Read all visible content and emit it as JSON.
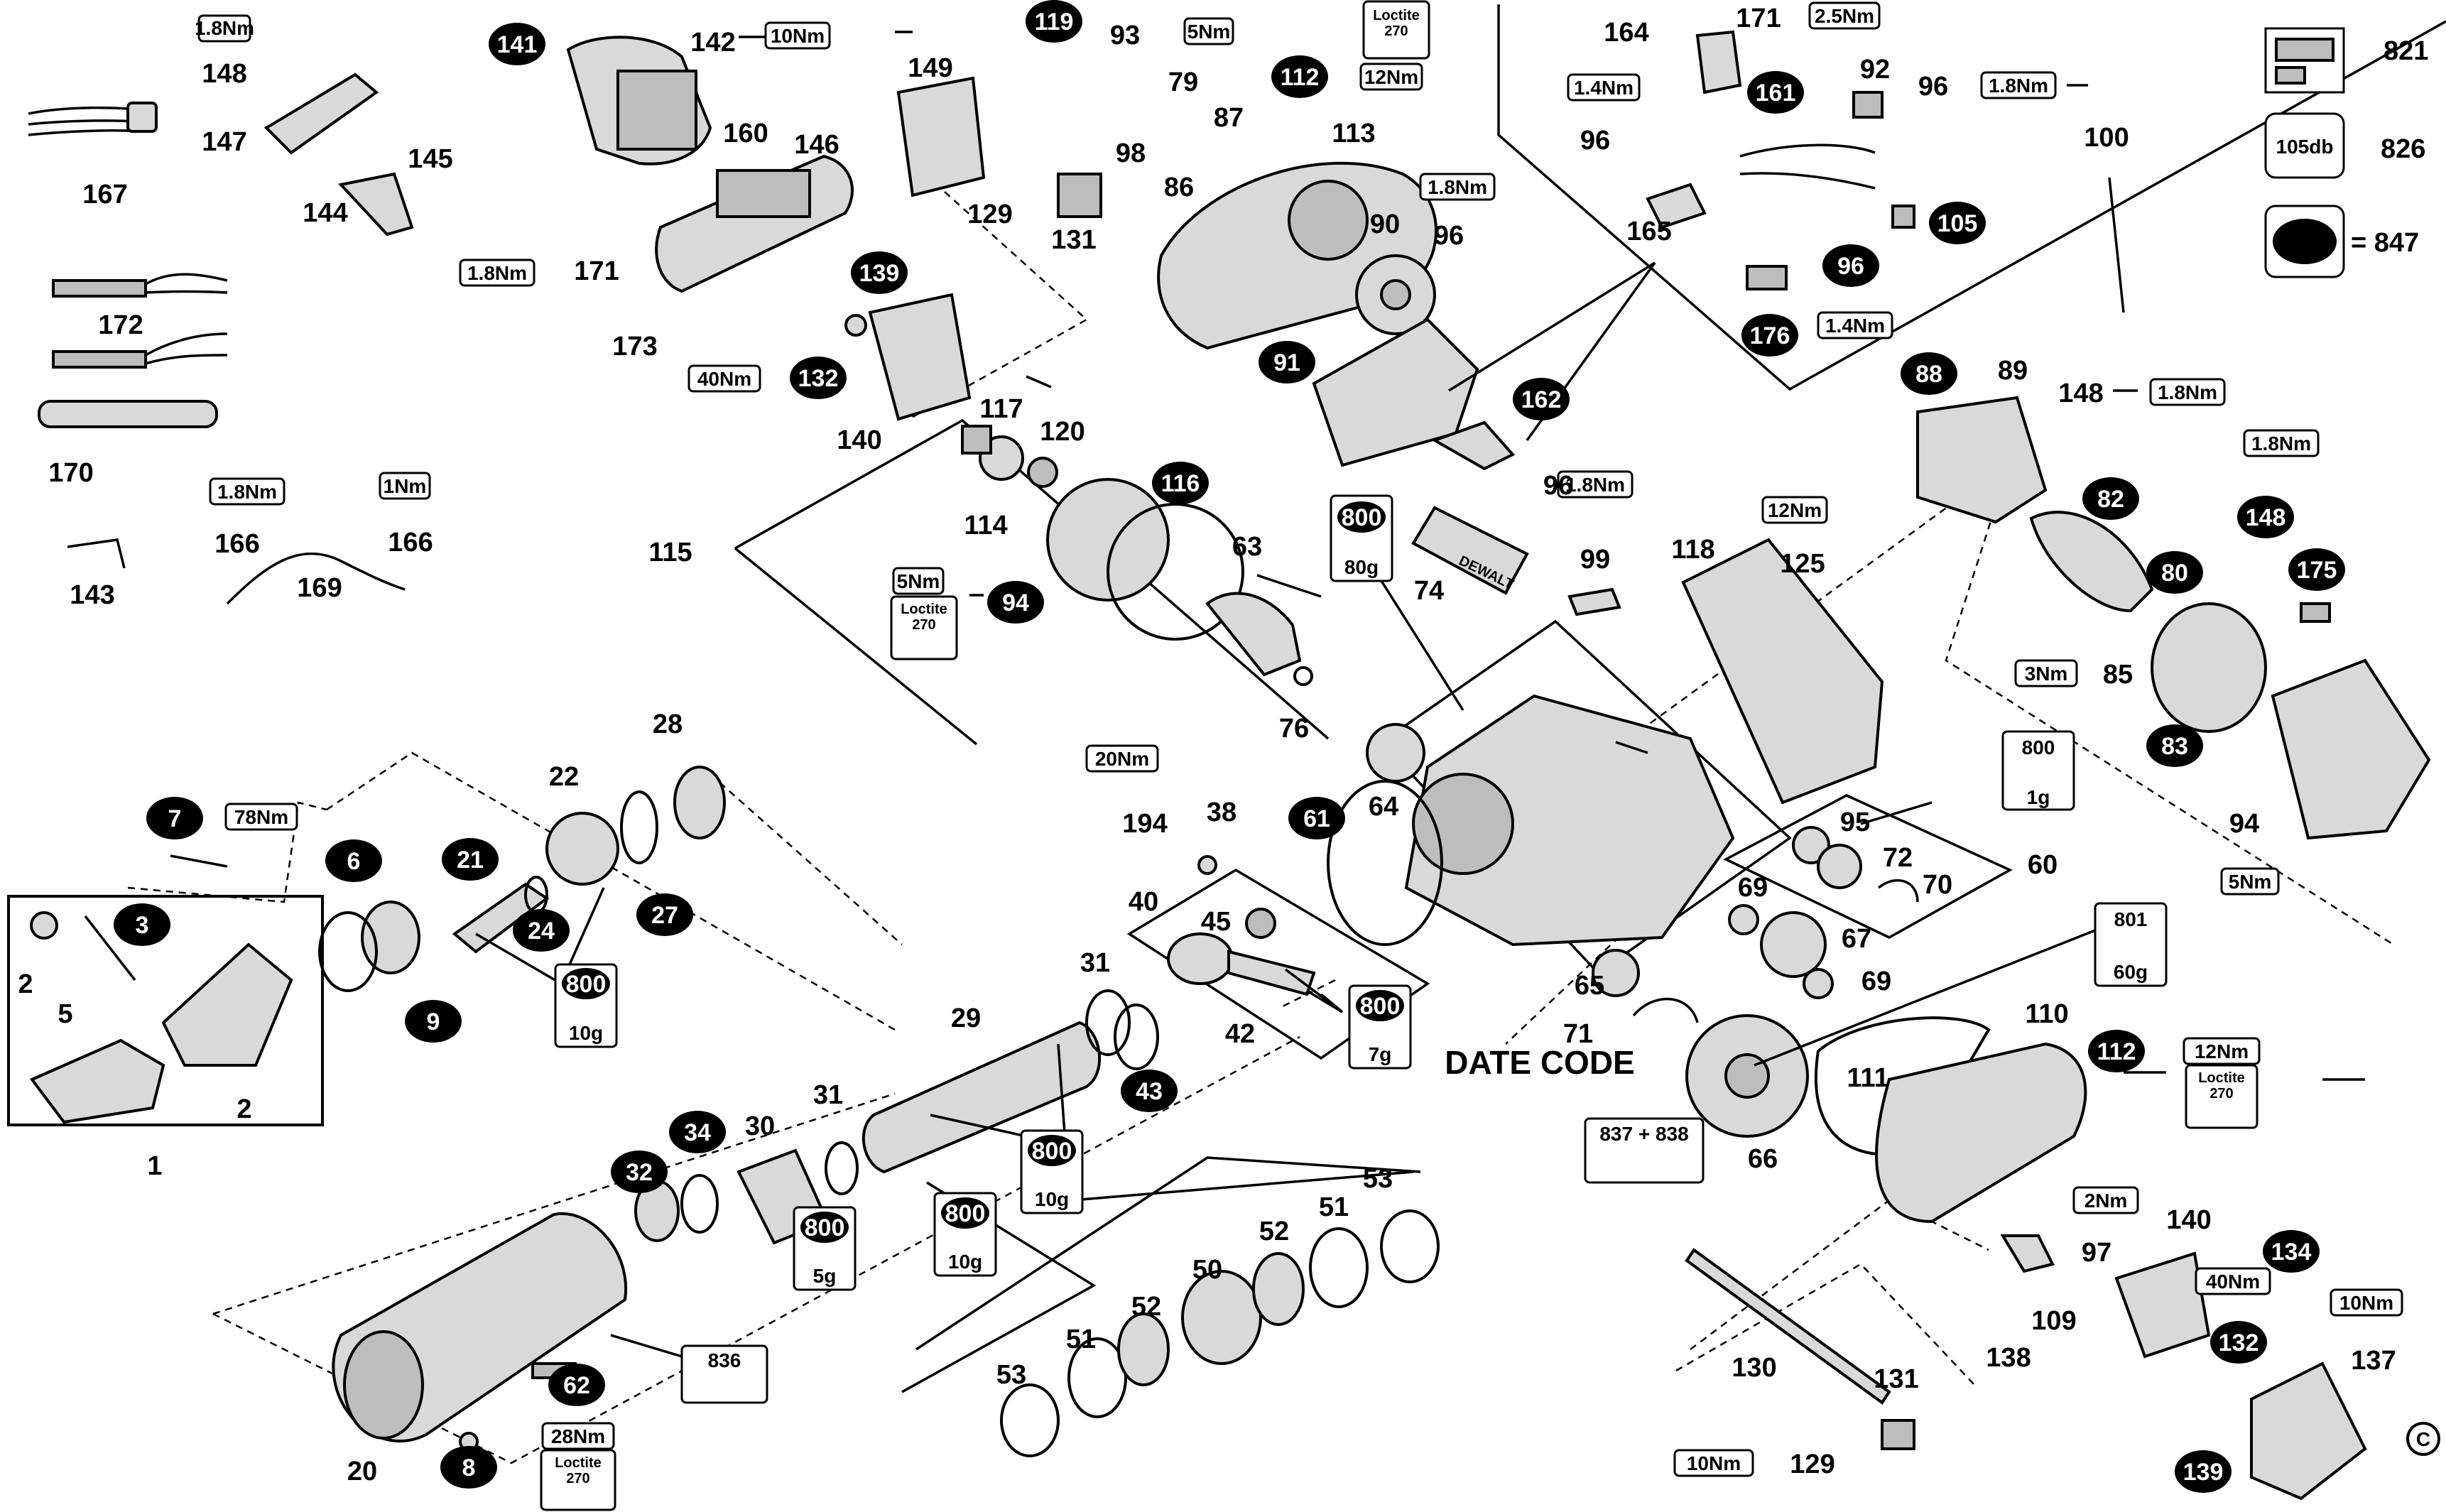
{
  "numbers": {
    "n1": "1",
    "n2a": "2",
    "n2b": "2",
    "n5": "5",
    "n9": "9",
    "n20": "20",
    "n22": "22",
    "n24": "24",
    "n27": "27",
    "n28": "28",
    "n29": "29",
    "n30": "30",
    "n31a": "31",
    "n31b": "31",
    "n32": "32",
    "n34": "34",
    "n38": "38",
    "n40": "40",
    "n42": "42",
    "n43": "43",
    "n45": "45",
    "n50": "50",
    "n51a": "51",
    "n51b": "51",
    "n52a": "52",
    "n52b": "52",
    "n53a": "53",
    "n53b": "53",
    "n60": "60",
    "n61": "61",
    "n62": "62",
    "n63": "63",
    "n64": "64",
    "n65": "65",
    "n66": "66",
    "n67": "67",
    "n69a": "69",
    "n69b": "69",
    "n70": "70",
    "n71": "71",
    "n72": "72",
    "n74": "74",
    "n76": "76",
    "n79": "79",
    "n80": "80",
    "n82": "82",
    "n83": "83",
    "n85": "85",
    "n86": "86",
    "n87": "87",
    "n88": "88",
    "n89": "89",
    "n90": "90",
    "n91": "91",
    "n92": "92",
    "n93": "93",
    "n94a": "94",
    "n94b": "94",
    "n95": "95",
    "n96a": "96",
    "n96b": "96",
    "n96c": "96",
    "n96d": "96",
    "n96e": "96",
    "n97": "97",
    "n98": "98",
    "n99": "99",
    "n100": "100",
    "n105": "105",
    "n109": "109",
    "n110": "110",
    "n111": "111",
    "n112a": "112",
    "n112b": "112",
    "n113": "113",
    "n114": "114",
    "n115": "115",
    "n116": "116",
    "n117": "117",
    "n118": "118",
    "n119": "119",
    "n120": "120",
    "n125": "125",
    "n129a": "129",
    "n129b": "129",
    "n130": "130",
    "n131a": "131",
    "n131b": "131",
    "n132a": "132",
    "n132b": "132",
    "n134": "134",
    "n137": "137",
    "n138": "138",
    "n139a": "139",
    "n139b": "139",
    "n140a": "140",
    "n140b": "140",
    "n141": "141",
    "n142": "142",
    "n143": "143",
    "n144": "144",
    "n145": "145",
    "n146": "146",
    "n147": "147",
    "n148a": "148",
    "n148b": "148",
    "n148c": "148",
    "n149": "149",
    "n160": "160",
    "n161": "161",
    "n162": "162",
    "n164": "164",
    "n165": "165",
    "n166a": "166",
    "n166b": "166",
    "n167": "167",
    "n169": "169",
    "n170": "170",
    "n171a": "171",
    "n171b": "171",
    "n172": "172",
    "n173": "173",
    "n175": "175",
    "n176": "176",
    "n194": "194",
    "n3": "3",
    "n6": "6",
    "n7": "7",
    "n8": "8",
    "n21": "21",
    "n821": "821",
    "n826": "826",
    "n847": "= 847"
  },
  "torque": {
    "t78": "78Nm",
    "t10a": "10Nm",
    "t18a": "1.8Nm",
    "t18b": "1.8Nm",
    "t18c": "1.8Nm",
    "t18d": "1.8Nm",
    "t18e": "1.8Nm",
    "t18f": "1.8Nm",
    "t18g": "1.8Nm",
    "t18h": "1.8Nm",
    "t5a": "5Nm",
    "t5b": "5Nm",
    "t5c": "5Nm",
    "t12a": "12Nm",
    "t12b": "12Nm",
    "t12c": "12Nm",
    "t25": "2.5Nm",
    "t14a": "1.4Nm",
    "t14b": "1.4Nm",
    "t40a": "40Nm",
    "t40b": "40Nm",
    "t1": "1Nm",
    "t20": "20Nm",
    "t3": "3Nm",
    "t2": "2Nm",
    "t10b": "10Nm",
    "t10c": "10Nm",
    "t28": "28Nm"
  },
  "grease": {
    "g800a": "800",
    "g80": "80g",
    "g800b": "800",
    "g10a": "10g",
    "g800c": "800",
    "g7": "7g",
    "g800d": "800",
    "g10b": "10g",
    "g800e": "800",
    "g10c": "10g",
    "g800f": "800",
    "g5": "5g",
    "g800g": "800",
    "g1": "1g",
    "g801": "801",
    "g60": "60g",
    "k836": "836",
    "k837": "837 + 838"
  },
  "loctite": {
    "l1": "Loctite",
    "l1b": "270",
    "l2": "Loctite",
    "l2b": "270",
    "l3": "Loctite",
    "l3b": "270",
    "l4": "Loctite",
    "l4b": "270"
  },
  "legend": {
    "db": "105db"
  },
  "labels": {
    "date_code": "DATE CODE",
    "brand": "DEWALT",
    "copyright": "C"
  }
}
